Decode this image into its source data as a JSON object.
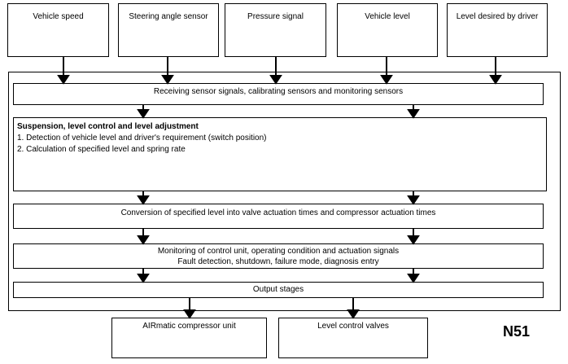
{
  "inputs": [
    {
      "label": "Vehicle speed"
    },
    {
      "label": "Steering angle sensor"
    },
    {
      "label": "Pressure signal"
    },
    {
      "label": "Vehicle level"
    },
    {
      "label": "Level desired by driver"
    }
  ],
  "stages": {
    "receiving": "Receiving sensor signals, calibrating sensors and monitoring sensors",
    "suspension_title": "Suspension, level control and level adjustment",
    "suspension_items": [
      "1.  Detection of vehicle level and driver's requirement (switch position)",
      "2.  Calculation of specified level and spring rate"
    ],
    "conversion": "Conversion of specified level into valve actuation times and compressor actuation times",
    "monitoring_line1": "Monitoring of control unit, operating condition and actuation signals",
    "monitoring_line2": "Fault detection, shutdown, failure mode, diagnosis entry",
    "output": "Output stages"
  },
  "outputs": [
    {
      "label": "AIRmatic compressor unit"
    },
    {
      "label": "Level control valves"
    }
  ],
  "control_unit_code": "N51"
}
